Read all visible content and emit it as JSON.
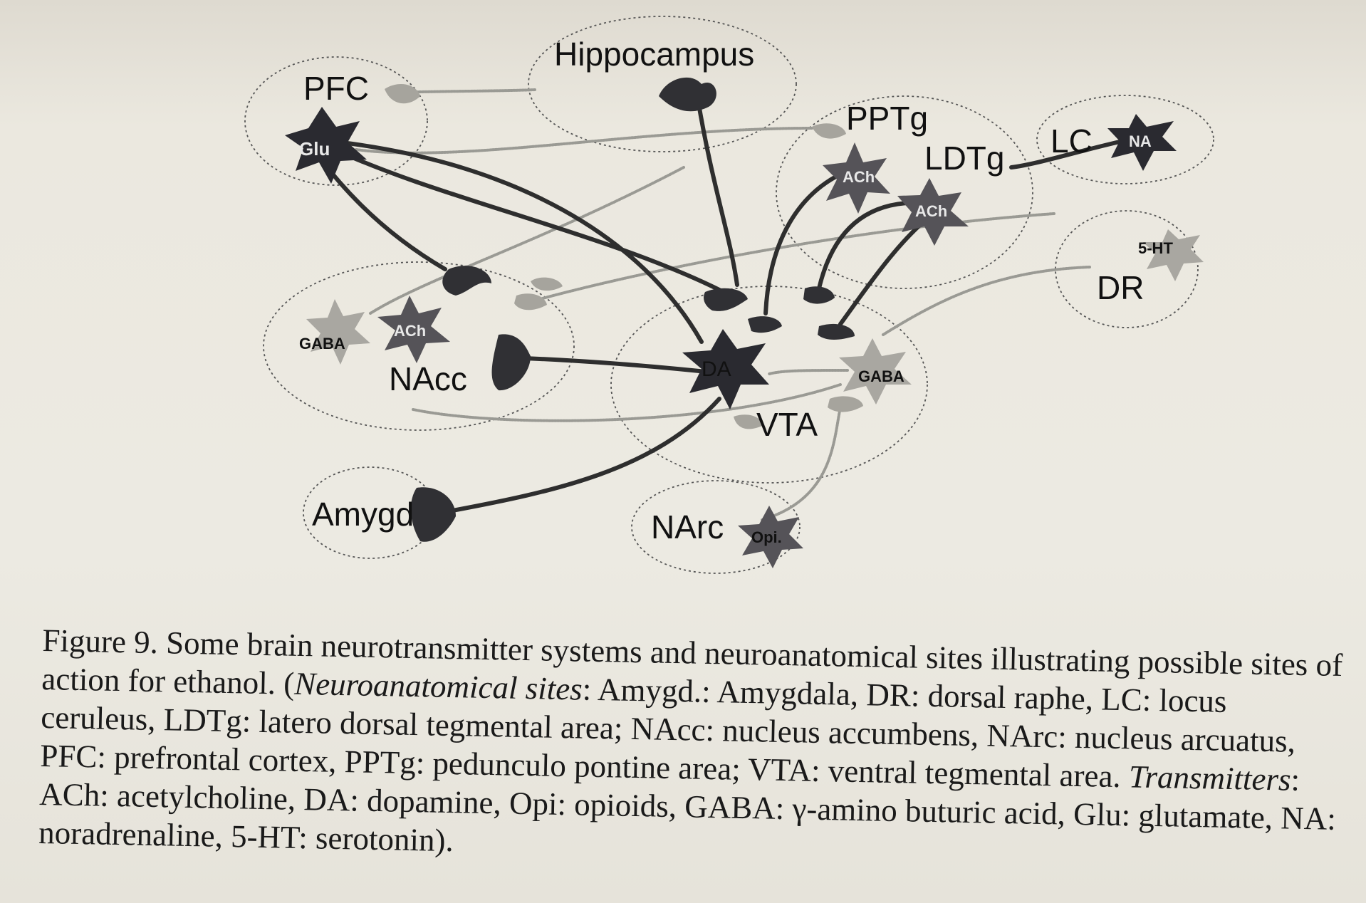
{
  "diagram": {
    "regions": {
      "pfc": "PFC",
      "hippocampus": "Hippocampus",
      "pptg": "PPTg",
      "ldtg": "LDTg",
      "lc": "LC",
      "dr": "DR",
      "nacc": "NAcc",
      "vta": "VTA",
      "amygd": "Amygd",
      "narc": "NArc"
    },
    "transmitters": {
      "glu": "Glu",
      "ach_pptg": "ACh",
      "ach_ldtg": "ACh",
      "na": "NA",
      "ht5": "5-HT",
      "gaba_nacc": "GABA",
      "ach_nacc": "ACh",
      "da": "DA",
      "gaba_vta": "GABA",
      "opi": "Opi."
    }
  },
  "caption": {
    "figure_label": "Figure 9.",
    "text_1": " Some brain neurotransmitter systems and neuroanatomical sites illustrating possible sites of action for ethanol. (",
    "sites_heading": "Neuroanatomical sites",
    "text_2": ": Amygd.: Amygdala, DR: dorsal raphe, LC: locus ceruleus, LDTg: latero dorsal tegmental area; NAcc: nucleus accumbens, NArc: nucleus arcuatus, PFC: prefrontal cortex, PPTg: pedunculo pontine area; VTA: ventral tegmental area. ",
    "transmitters_heading": "Transmitters",
    "text_3": ": ACh: acetylcholine, DA: dopamine, Opi: opioids, GABA: γ-amino buturic acid, Glu: glutamate, NA: noradrenaline, 5-HT: serotonin)."
  }
}
